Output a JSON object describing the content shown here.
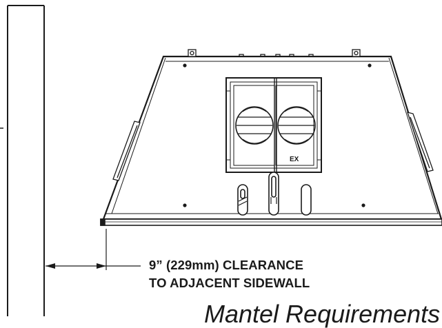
{
  "callout": {
    "line1": "9” (229mm) CLEARANCE",
    "line2": "TO ADJACENT SIDEWALL"
  },
  "heading": "Mantel Requirements",
  "badge": "EX"
}
